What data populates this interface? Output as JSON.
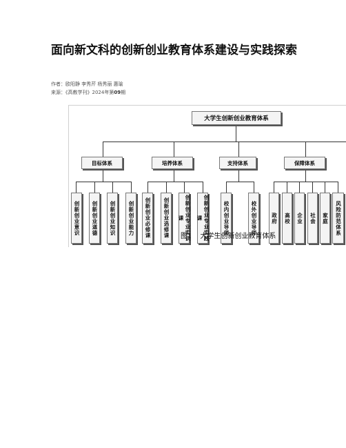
{
  "article": {
    "title": "面向新文科的创新创业教育体系建设与实践探索",
    "authors_label": "作者：",
    "authors": "欧阳静 李秀芹 杨秀丽 惠瑜",
    "source_label": "来源：",
    "source": "《高教学刊》2024年第",
    "issue": "09",
    "issue_suffix": "期"
  },
  "figure": {
    "root": "大学生创新创业教育体系",
    "categories": [
      {
        "label": "目标体系",
        "children": [
          "创新创业意识",
          "创新创业道德",
          "创新创业知识",
          "创新创业能力"
        ]
      },
      {
        "label": "培养体系",
        "children": [
          "创新创业必修课",
          "创新创业选修课",
          "创新创业专业实训课",
          "创新创业专业实践课"
        ]
      },
      {
        "label": "支持体系",
        "children": [
          "校内创业导师",
          "校外创业导师"
        ]
      },
      {
        "label": "保障体系",
        "children": [
          "政府",
          "高校",
          "企业",
          "社会",
          "家庭",
          "风险防范体系"
        ]
      }
    ],
    "caption_number": "图1",
    "caption_text": "大学生创新创业教育体系"
  }
}
